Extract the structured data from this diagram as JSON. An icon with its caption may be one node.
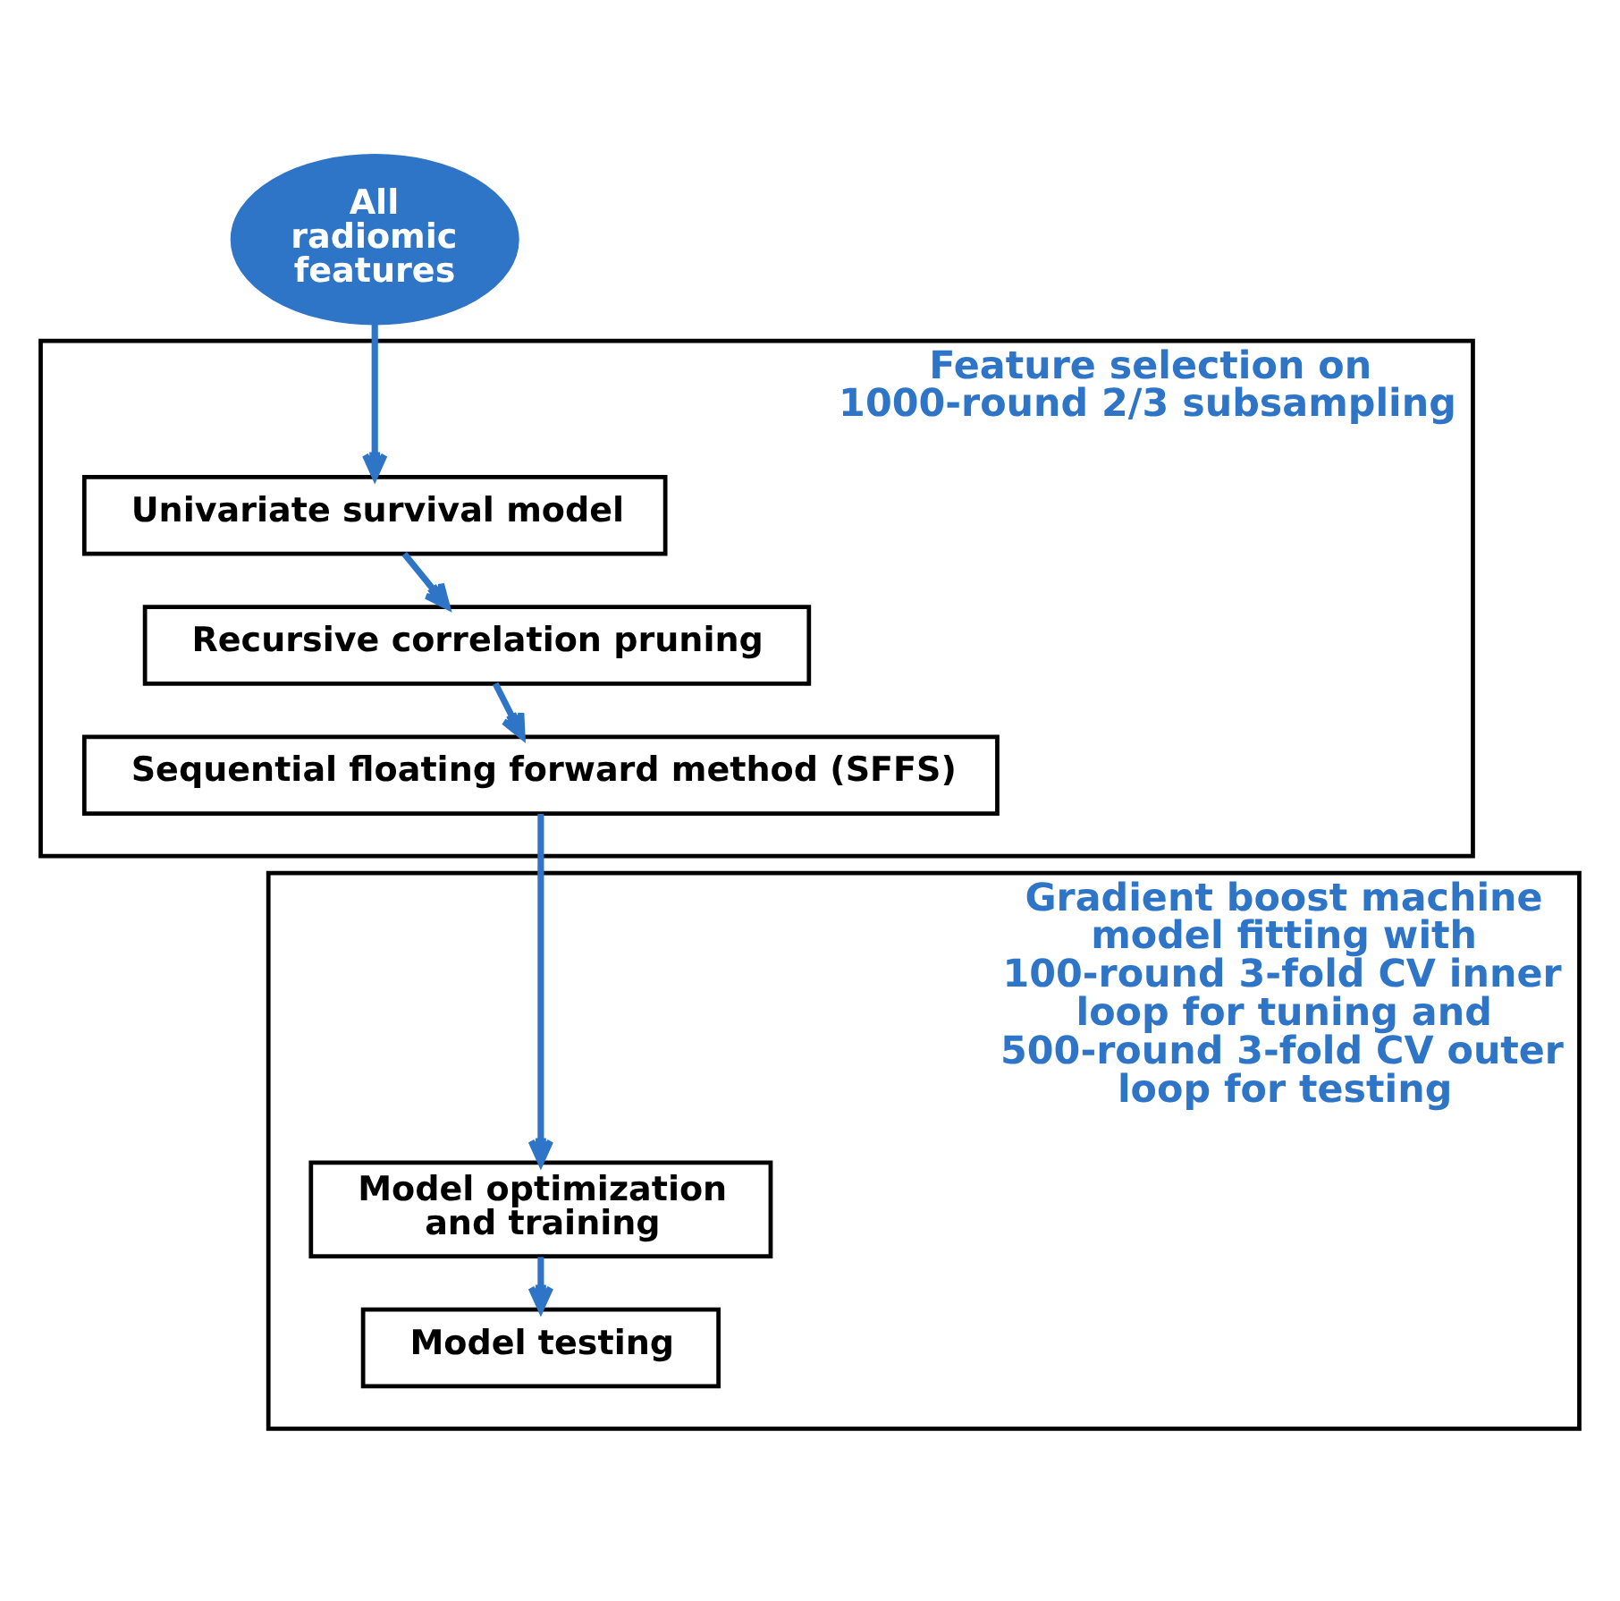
{
  "diagram": {
    "nodes": [
      {
        "text": [
          "All radiomic features"
        ]
      },
      {
        "text": [
          "Feature selection on 1000-round 2/3 subsampling"
        ]
      },
      {
        "text": [
          "Univariate survival model"
        ],
        "in": 1
      },
      {
        "text": [
          "Recursive correlation pruning"
        ],
        "in": 1
      },
      {
        "text": [
          "Sequential floating forward method (SFFS)"
        ],
        "in": 1
      },
      {
        "text": [
          "Gradient boost machine model fitting with 100-round 3-fold CV inner loop for tuning and 500-round 3-fold CV outer loop for testing"
        ]
      },
      {
        "text": [
          "Model optimization and training"
        ],
        "in": 5
      },
      {
        "text": [
          "Model testing"
        ],
        "in": 5
      }
    ],
    "edges": [
      {
        "from": 0,
        "to": 2,
        "arrow": "to"
      },
      {
        "from": 2,
        "to": 3,
        "arrow": "to"
      },
      {
        "from": 3,
        "to": 4,
        "arrow": "to"
      },
      {
        "from": 4,
        "to": 6,
        "arrow": "to"
      },
      {
        "from": 6,
        "to": 7,
        "arrow": "to"
      }
    ]
  }
}
